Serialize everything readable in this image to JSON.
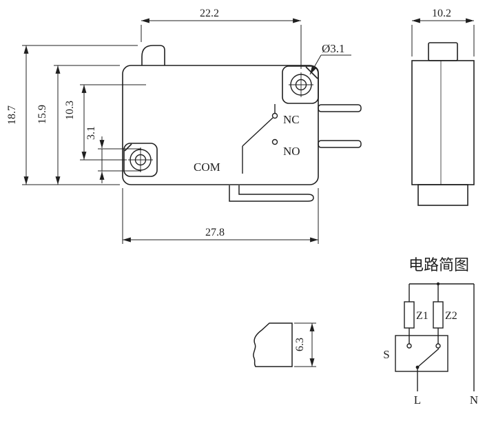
{
  "drawing": {
    "front": {
      "dim_hole_pitch_x": "22.2",
      "dim_overall_width": "27.8",
      "dim_overall_height": "18.7",
      "dim_body_height": "15.9",
      "dim_hole_pitch_y": "10.3",
      "dim_hole_dia_side": "3.1",
      "callout_hole_dia": "Ø3.1",
      "label_nc": "NC",
      "label_no": "NO",
      "label_com": "COM"
    },
    "side": {
      "dim_thickness": "10.2"
    },
    "plunger_detail": {
      "dim_height": "6.3"
    },
    "circuit": {
      "title": "电路简图",
      "label_z1": "Z1",
      "label_z2": "Z2",
      "label_switch": "S",
      "label_live": "L",
      "label_neutral": "N"
    },
    "colors": {
      "ink": "#1f1f1f",
      "background": "#ffffff"
    }
  }
}
